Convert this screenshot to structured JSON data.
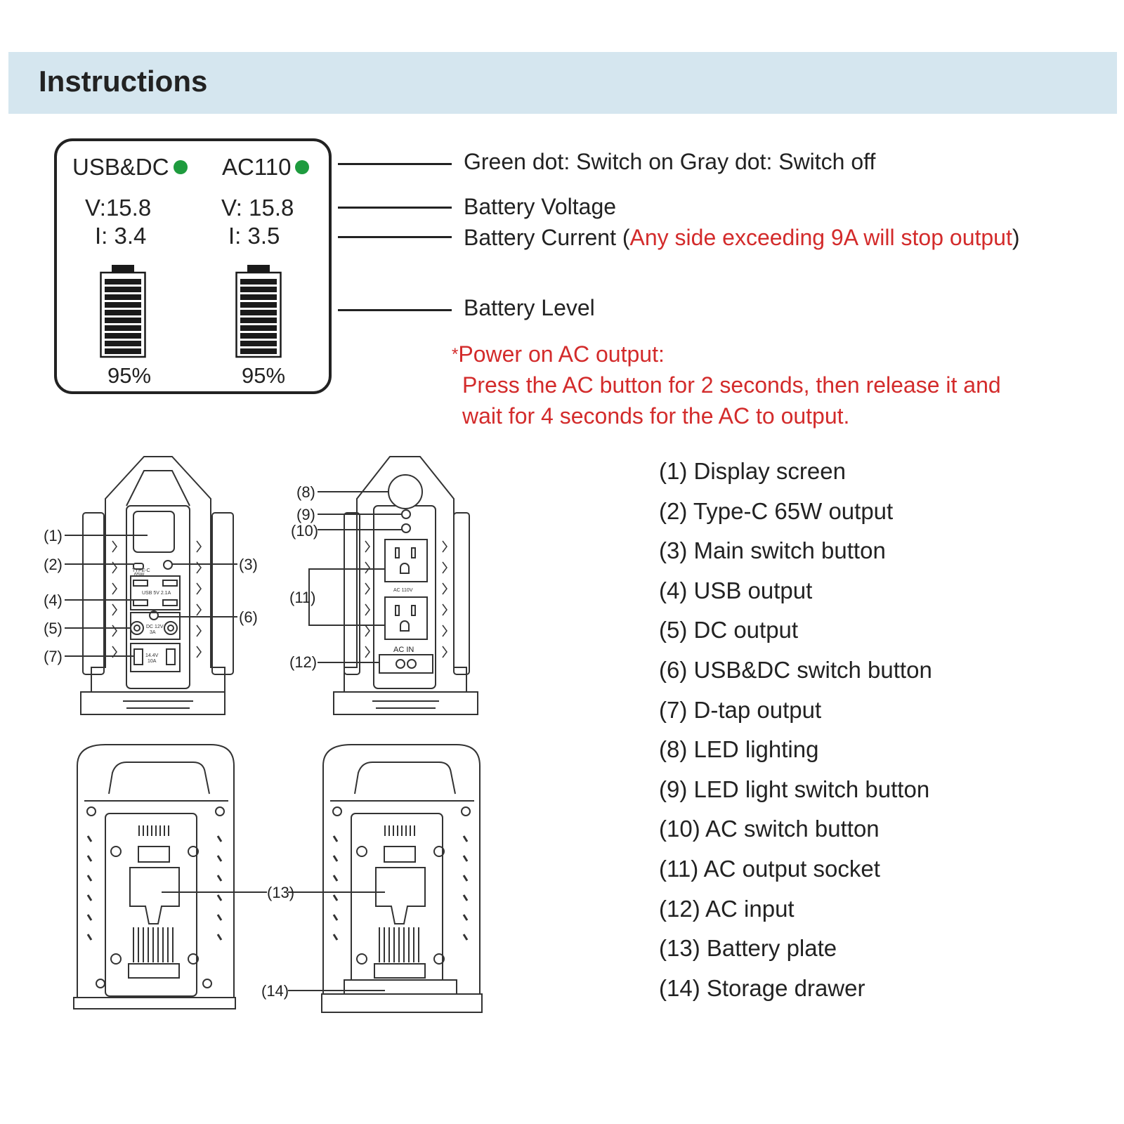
{
  "header": {
    "title": "Instructions"
  },
  "display": {
    "left": {
      "label": "USB&DC",
      "voltage": "V:15.8",
      "current": "I: 3.4",
      "percent": "95%",
      "level": 0.95,
      "status": "on"
    },
    "right": {
      "label": "AC110",
      "voltage": "V: 15.8",
      "current": "I:  3.5",
      "percent": "95%",
      "level": 0.95,
      "status": "on"
    }
  },
  "legend": {
    "dots": "Green dot: Switch on   Gray dot: Switch off",
    "voltage": "Battery Voltage",
    "current_prefix": "Battery Current (",
    "current_warning": "Any side exceeding 9A will stop output",
    "current_suffix": ")",
    "level": "Battery Level"
  },
  "note": {
    "star": "*",
    "title": "Power on AC output:",
    "line1": "Press the AC button for 2 seconds, then release it and",
    "line2": "wait for 4  seconds for the AC to output."
  },
  "diagram_labels": {
    "c1": "(1)",
    "c2": "(2)",
    "c3": "(3)",
    "c4": "(4)",
    "c5": "(5)",
    "c6": "(6)",
    "c7": "(7)",
    "c8": "(8)",
    "c9": "(9)",
    "c10": "(10)",
    "c11": "(11)",
    "c12": "(12)",
    "c13": "(13)",
    "c14": "(14)",
    "typec": "TYPE-C",
    "typec_w": "65W",
    "usb": "USB 5V 2.1A",
    "dc": "DC 12V",
    "dc_a": "3A",
    "dtap": "14.4V",
    "dtap_a": "10A",
    "ac110": "AC 110V",
    "acin": "AC IN"
  },
  "parts": [
    "(1) Display screen",
    "(2) Type-C 65W output",
    "(3) Main switch button",
    "(4) USB output",
    "(5) DC output",
    "(6) USB&DC switch button",
    "(7) D-tap output",
    "(8) LED lighting",
    "(9) LED light switch button",
    "(10) AC switch button",
    "(11) AC output socket",
    "(12) AC input",
    "(13) Battery plate",
    "(14) Storage drawer"
  ],
  "colors": {
    "header_bg": "#d5e6ef",
    "status_on": "#1e9b3e",
    "warning": "#d32b2b"
  }
}
